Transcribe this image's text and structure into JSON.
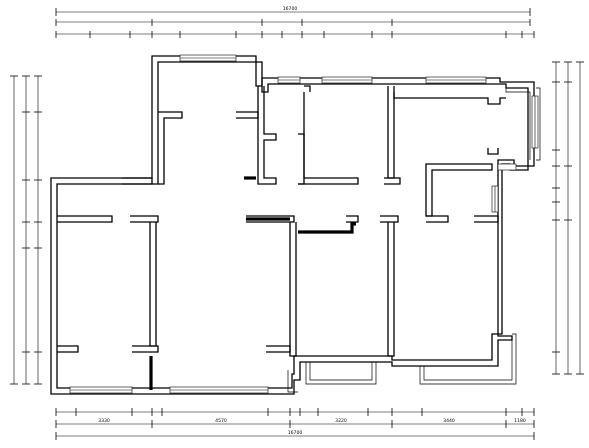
{
  "diagram": {
    "type": "architectural-floor-plan",
    "dimensions": {
      "top_total": "16700",
      "bottom_total": "16700",
      "bottom_segments": [
        "3330",
        "4570",
        "3220",
        "3440",
        "1180"
      ]
    }
  }
}
